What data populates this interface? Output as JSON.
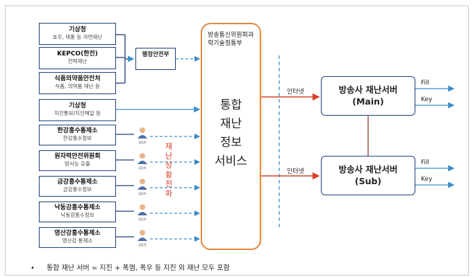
{
  "sources": [
    {
      "name": "기상청",
      "desc": "호우, 태풍 등 자연재난"
    },
    {
      "name": "KEPCO(한전)",
      "desc": "전력재난"
    },
    {
      "name": "식품의약품안전처",
      "desc": "식품, 의약품 재난 등"
    },
    {
      "name": "기상청",
      "desc": "지진통보/지진해일 등"
    },
    {
      "name": "한강홍수통제소",
      "desc": "한강홍수정보"
    },
    {
      "name": "원자력안전위원회",
      "desc": "방사능 유출"
    },
    {
      "name": "금강홍수통제소",
      "desc": "금강홍수정보"
    },
    {
      "name": "낙동강홍수통제소",
      "desc": "낙동강홍수정보"
    },
    {
      "name": "영산강홍수통제소",
      "desc": "영산강 통제소"
    }
  ],
  "middle_box": {
    "label": "행정안전부"
  },
  "center": {
    "org": "방송통신위원회과학기술정통부",
    "service": [
      "통합",
      "재난",
      "정보",
      "서비스"
    ]
  },
  "vertical_note": [
    "재",
    "난",
    "상",
    "황",
    "전",
    "파"
  ],
  "person_label": "담당자",
  "servers": [
    {
      "title": "방송사 재난서버",
      "sub": "(Main)",
      "link_label": "인터넷",
      "out1": "Fill",
      "out2": "Key"
    },
    {
      "title": "방송사 재난서버",
      "sub": "(Sub)",
      "link_label": "인터넷",
      "out1": "Fill",
      "out2": "Key"
    }
  ],
  "note": {
    "bullet": "•",
    "text": "통합 재난 서버 = 지진 + 폭염, 폭우 등 지진 외 재난 모두 포함"
  },
  "colors": {
    "box_border": "#1e3c78",
    "center_border": "#e6873a",
    "arrow_red": "#d9402b",
    "arrow_blue": "#3a8ec9",
    "dash_blue": "#3a8ec9"
  }
}
